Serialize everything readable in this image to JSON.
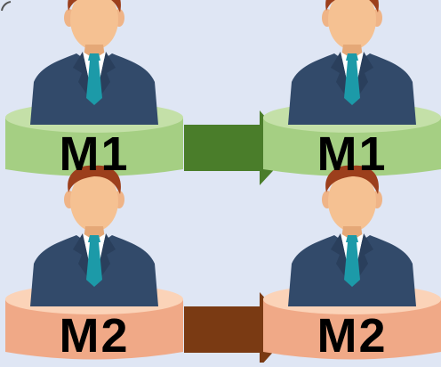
{
  "colors": {
    "background": "#dfe6f4",
    "m1_platform_top": "#c4e0a8",
    "m1_platform_side": "#a5cf83",
    "m1_arrow": "#4a7d2a",
    "m2_platform_top": "#fbd3b8",
    "m2_platform_side": "#f0a987",
    "m2_arrow": "#7a3a13",
    "suit": "#324a6a",
    "shirt": "#ffffff",
    "tie": "#1c9aa8",
    "skin": "#f5c192",
    "hair": "#9c3f1c"
  },
  "diagram": {
    "rows": [
      {
        "id": "m1",
        "source_label": "M1",
        "target_label": "M1",
        "source_icon": "businessman-icon",
        "target_icon": "businessman-icon",
        "connector": "arrow-right-icon"
      },
      {
        "id": "m2",
        "source_label": "M2",
        "target_label": "M2",
        "source_icon": "businessman-icon",
        "target_icon": "businessman-icon",
        "connector": "arrow-right-icon"
      }
    ]
  }
}
